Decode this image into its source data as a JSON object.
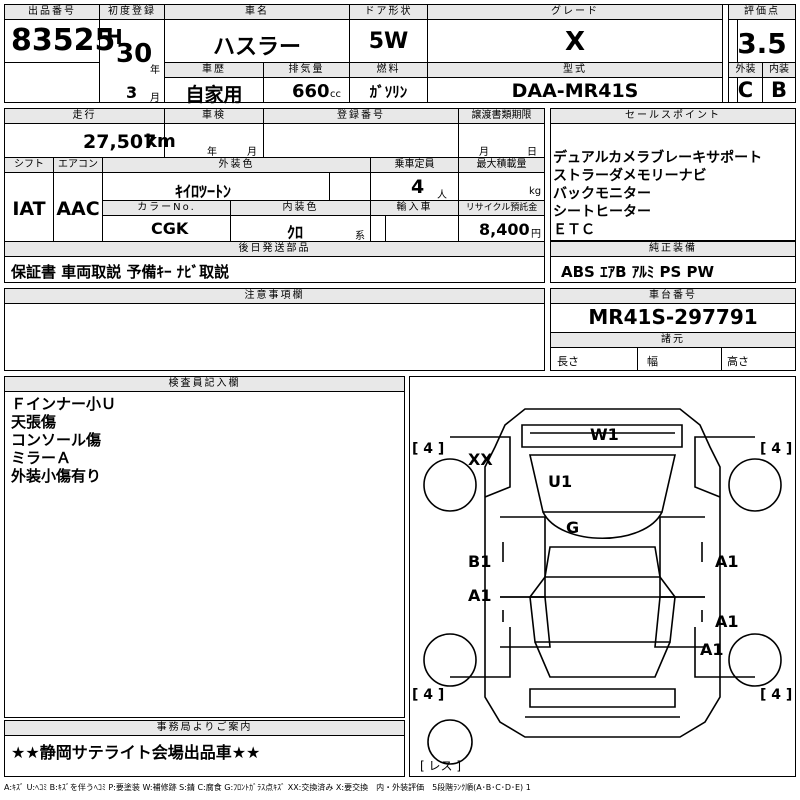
{
  "header": {
    "lot_no_label": "出品番号",
    "lot_no": "83525",
    "reg_label": "初度登録",
    "era": "H",
    "year": "30",
    "year_unit": "年",
    "month": "3",
    "month_unit": "月",
    "name_label": "車名",
    "name": "ハスラー",
    "history_label": "車歴",
    "history": "自家用",
    "disp_label": "排気量",
    "disp": "660",
    "disp_unit": "cc",
    "door_label": "ドア形状",
    "door": "5W",
    "fuel_label": "燃料",
    "fuel": "ｶﾞｿﾘﾝ",
    "grade_label": "グレード",
    "grade": "X",
    "model_label": "型式",
    "model": "DAA-MR41S",
    "score_label": "評価点",
    "score": "3.5",
    "ext_label": "外装",
    "ext": "C",
    "int_label": "内装",
    "int": "B"
  },
  "row2": {
    "mileage_label": "走行",
    "mileage": "27,507",
    "mileage_unit": "km",
    "inspect_label": "車検",
    "inspect_year": "年",
    "inspect_month": "月",
    "regno_label": "登録番号",
    "transfer_label": "譲渡書類期限",
    "transfer_month": "月",
    "transfer_day": "日",
    "sales_label": "セールスポイント",
    "sales_points": [
      "デュアルカメラブレーキサポート",
      "ストラーダメモリーナビ",
      "バックモニター",
      "シートヒーター",
      "ＥＴＣ"
    ],
    "shift_label": "シフト",
    "shift": "IAT",
    "ac_label": "エアコン",
    "ac": "AAC",
    "ext_color_label": "外装色",
    "ext_color": "ｷｲﾛﾂｰﾄﾝ",
    "capacity_label": "乗車定員",
    "capacity": "4",
    "capacity_unit": "人",
    "load_label": "最大積載量",
    "load_unit": "kg",
    "color_no_label": "カラーNo.",
    "color_no": "CGK",
    "int_color_label": "内装色",
    "int_color": "ｸﾛ",
    "int_color_unit": "系",
    "import_label": "輸入車",
    "recycle_label": "リサイクル預託金",
    "recycle": "8,400",
    "recycle_unit": "円",
    "later_label": "後日発送部品",
    "later": "保証書 車両取説 予備ｷｰ ﾅﾋﾞ取説",
    "equip_label": "純正装備",
    "equip": "ABS ｴｱB ｱﾙﾐ PS PW"
  },
  "notes": {
    "label": "注意事項欄",
    "text": ""
  },
  "chassis": {
    "label": "車台番号",
    "value": "MR41S-297791",
    "spec_label": "諸元",
    "length": "長さ",
    "width": "幅",
    "height": "高さ"
  },
  "inspector": {
    "label": "検査員記入欄",
    "lines": [
      "Ｆインナー小Ｕ",
      "天張傷",
      "コンソール傷",
      "ミラーＡ",
      "外装小傷有り"
    ]
  },
  "office": {
    "label": "事務局よりご案内",
    "text": "★★静岡サテライト会場出品車★★"
  },
  "diagram": {
    "tires": [
      "4",
      "4",
      "4",
      "4"
    ],
    "spare": "レス",
    "marks": {
      "w1": "W1",
      "xx": "XX",
      "u1": "U1",
      "g": "G",
      "b1": "B1",
      "a1_l": "A1",
      "a1_r1": "A1",
      "a1_r2": "A1",
      "a1_r3": "A1"
    }
  },
  "legend": "A:ｷｽﾞ U:ﾍｺﾐ B:ｷｽﾞを伴うﾍｺﾐ P:要塗装 W:補修跡 S:錆 C:腐食 G:ﾌﾛﾝﾄｶﾞﾗｽ点ｷｽﾞ XX:交換済み X:要交換　内・外装評価　5段階ﾗﾝｸ順(A･B･C･D･E) 1"
}
